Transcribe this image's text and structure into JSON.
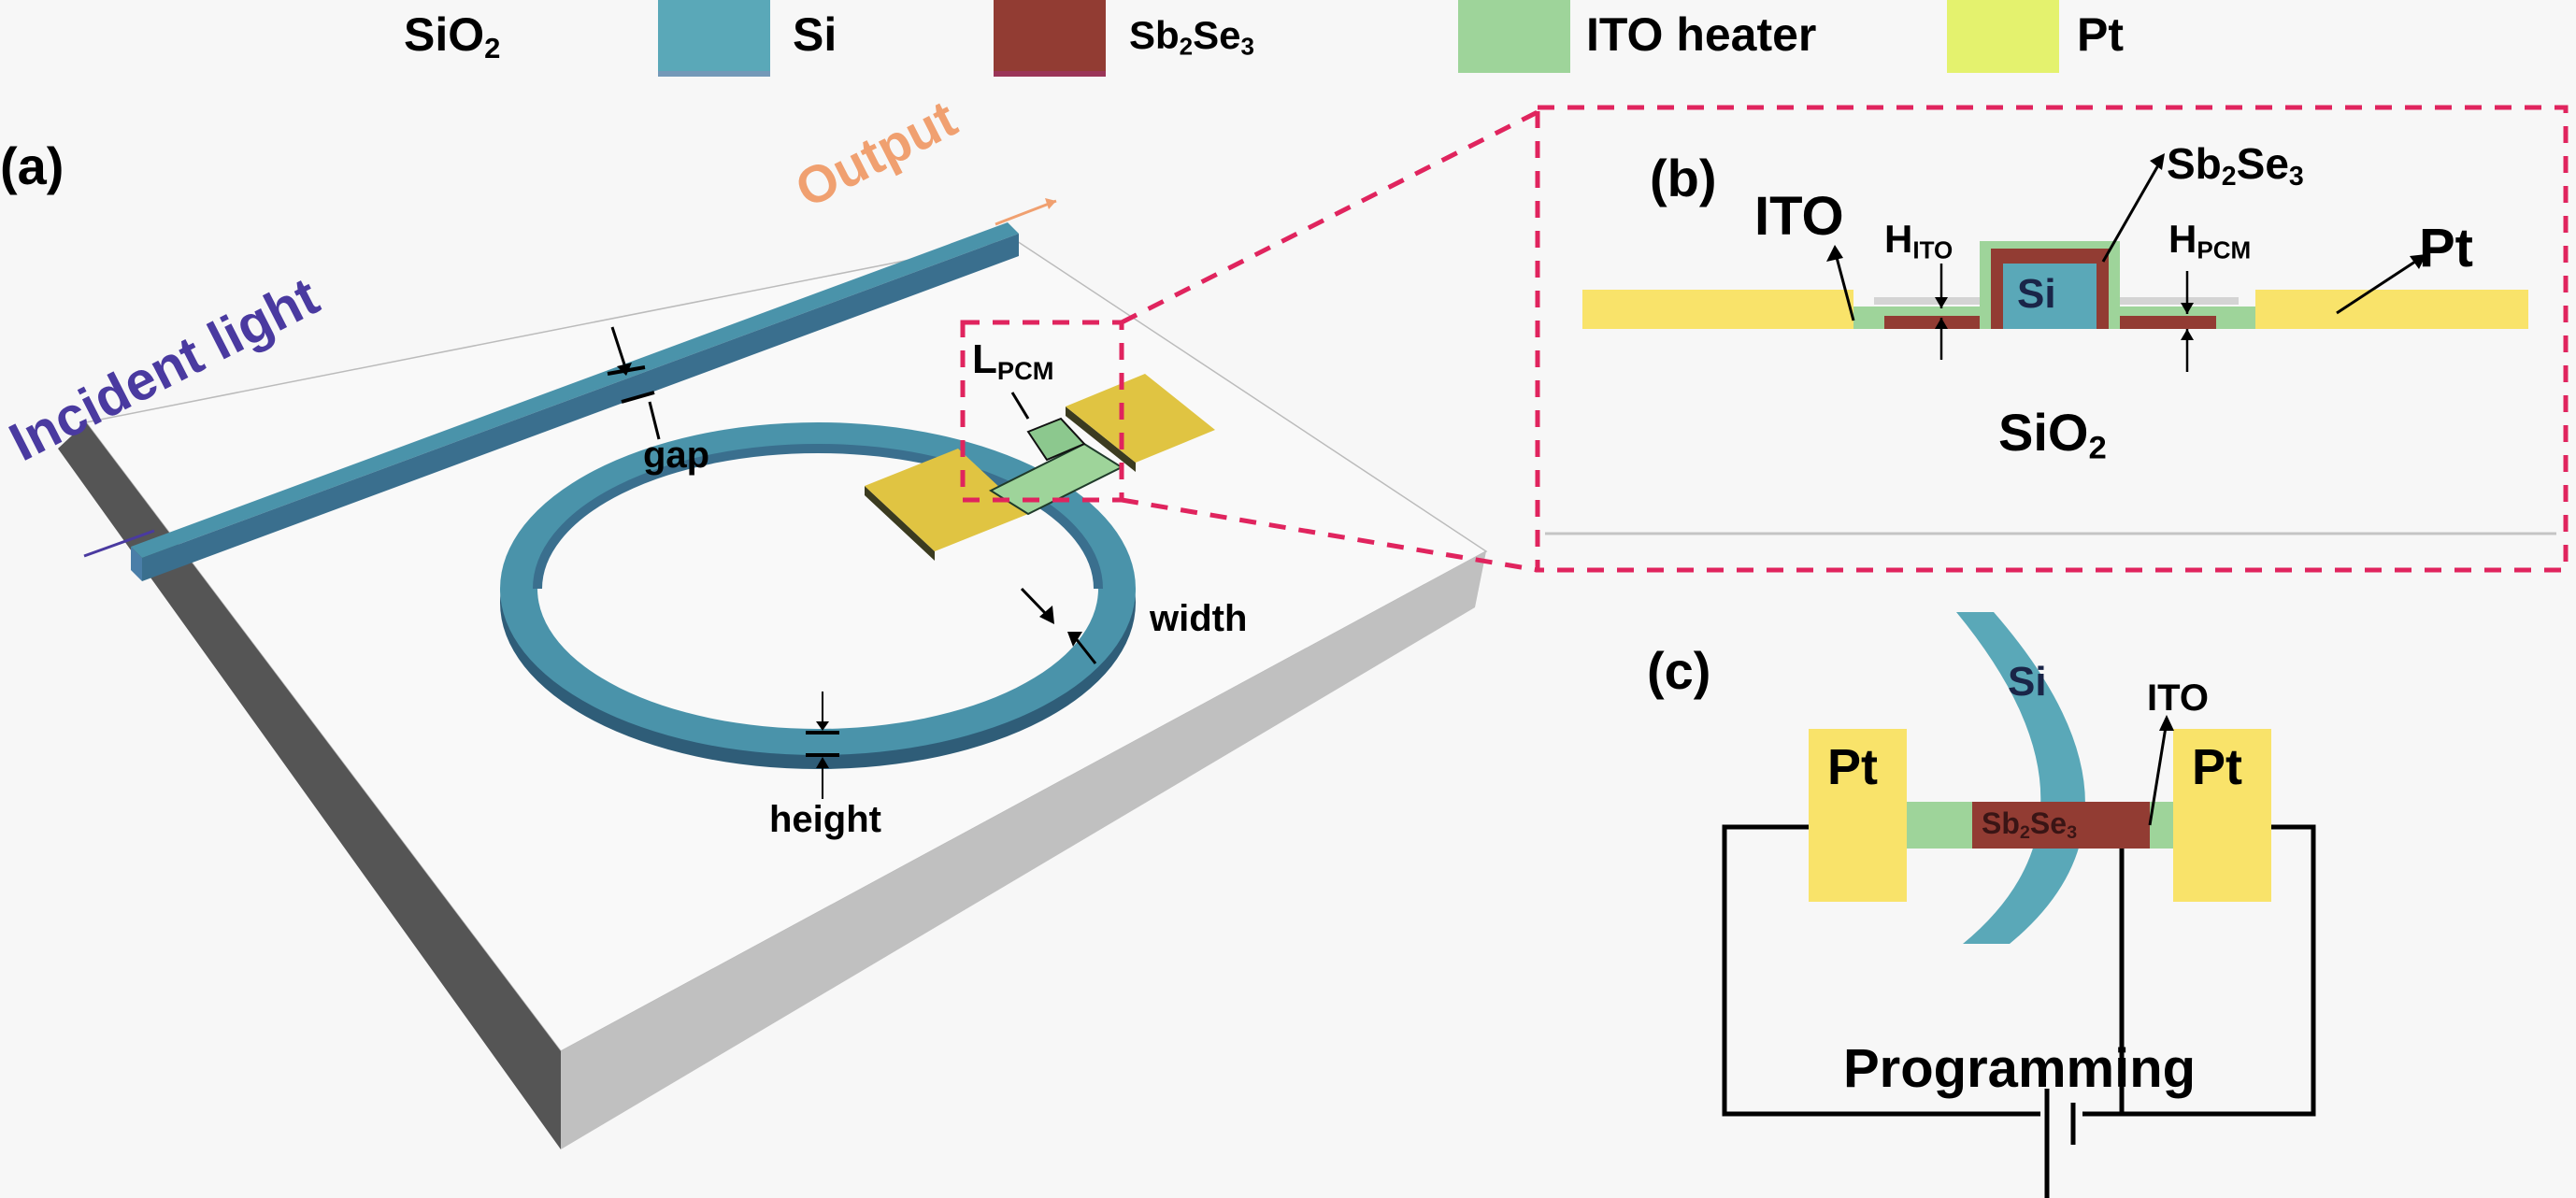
{
  "legend": {
    "items": [
      {
        "label": "SiO",
        "sub": "2",
        "color": null
      },
      {
        "label": "Si",
        "color": "#5aa8b8"
      },
      {
        "label": "Sb",
        "sub": "2",
        "label2": "Se",
        "sub2": "3",
        "color": "#923c33"
      },
      {
        "label": "ITO heater",
        "color": "#9ed49a"
      },
      {
        "label": "Pt",
        "color": "#e4f26e"
      }
    ]
  },
  "colors": {
    "si": "#4a93aa",
    "si_dark": "#3a6f8e",
    "sb2se3": "#923c33",
    "ito": "#9ed49a",
    "pt": "#f9e36a",
    "pt_3d": "#e0c442",
    "substrate_side_left": "#555555",
    "substrate_side_right": "#c0c0c0",
    "dash": "#e0245e",
    "incident": "#4a3aa0",
    "output": "#f0a070"
  },
  "panel_a": {
    "tag": "(a)",
    "incident_label": "Incident light",
    "output_label": "Output",
    "gap_label": "gap",
    "lpcm_label": "L",
    "lpcm_sub": "PCM",
    "width_label": "width",
    "height_label": "height"
  },
  "panel_b": {
    "tag": "(b)",
    "ito_label": "ITO",
    "hito_label": "H",
    "hito_sub": "ITO",
    "sb2se3_label": "Sb",
    "sb2se3_sub1": "2",
    "sb2se3_mid": "Se",
    "sb2se3_sub2": "3",
    "si_label": "Si",
    "hpcm_label": "H",
    "hpcm_sub": "PCM",
    "pt_label": "Pt",
    "sio2_label": "SiO",
    "sio2_sub": "2"
  },
  "panel_c": {
    "tag": "(c)",
    "si_label": "Si",
    "ito_label": "ITO",
    "pt_left_label": "Pt",
    "pt_right_label": "Pt",
    "sb2se3_label": "Sb",
    "sb2se3_sub1": "2",
    "sb2se3_mid": "Se",
    "sb2se3_sub2": "3",
    "programming_label": "Programming"
  }
}
